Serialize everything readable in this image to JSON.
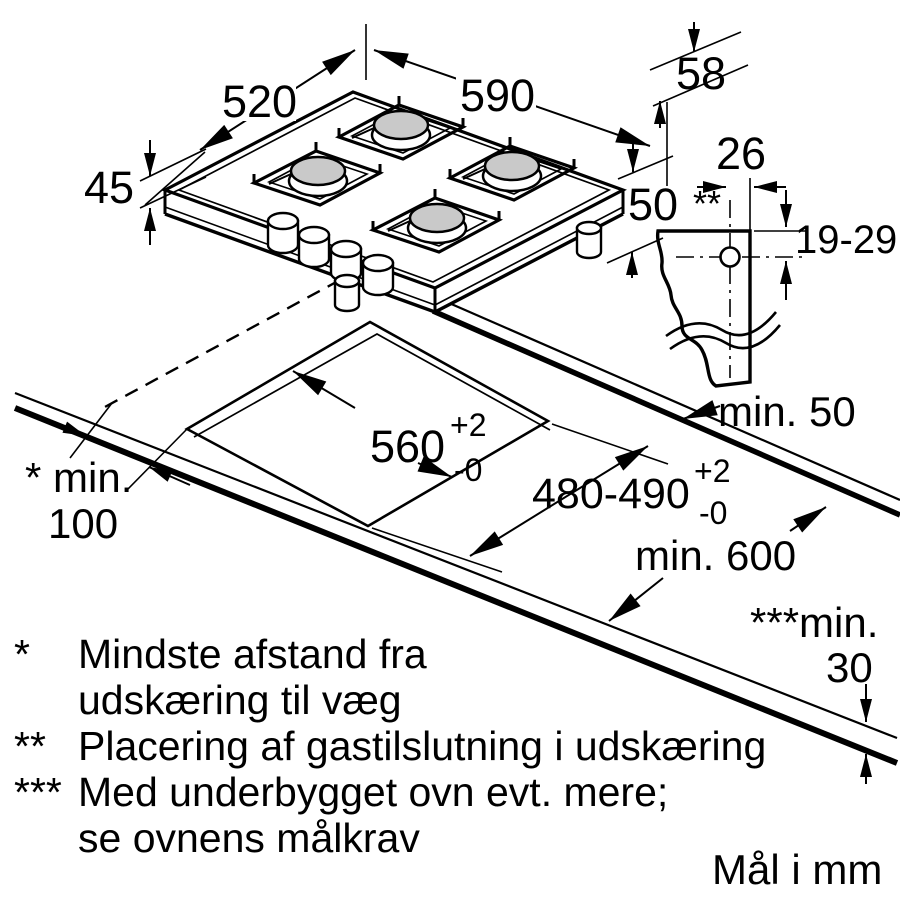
{
  "hob_dimensions": {
    "depth": "520",
    "width": "590",
    "total_height": "58",
    "edge_height": "45",
    "install_height": "50"
  },
  "gas_connection_detail": {
    "offset_from_edge": "26",
    "marker": "**",
    "depth_below_top": "19-29",
    "min_rear_clearance": "min. 50"
  },
  "cutout": {
    "width": "560",
    "width_tol_sup": "+2",
    "width_tol_sub": "-0",
    "depth": "480-490",
    "depth_tol_sup": "+2",
    "depth_tol_sub": "-0",
    "wall_clearance_line1": "* min.",
    "wall_clearance_line2": "100",
    "worktop_depth": "min. 600",
    "thickness_line1": "***min.",
    "thickness_line2": "30"
  },
  "footnotes": {
    "f1_marker": "*",
    "f1_line1": "Mindste afstand fra",
    "f1_line2": "udskæring til væg",
    "f2_marker": "**",
    "f2_text": "Placering af gastilslutning i udskæring",
    "f3_marker": "***",
    "f3_line1": "Med underbygget ovn evt. mere;",
    "f3_line2": "se ovnens målkrav"
  },
  "units_note": "Mål i mm",
  "colors": {
    "line": "#000000",
    "burner_fill": "#c9c9c9",
    "background": "#ffffff"
  }
}
